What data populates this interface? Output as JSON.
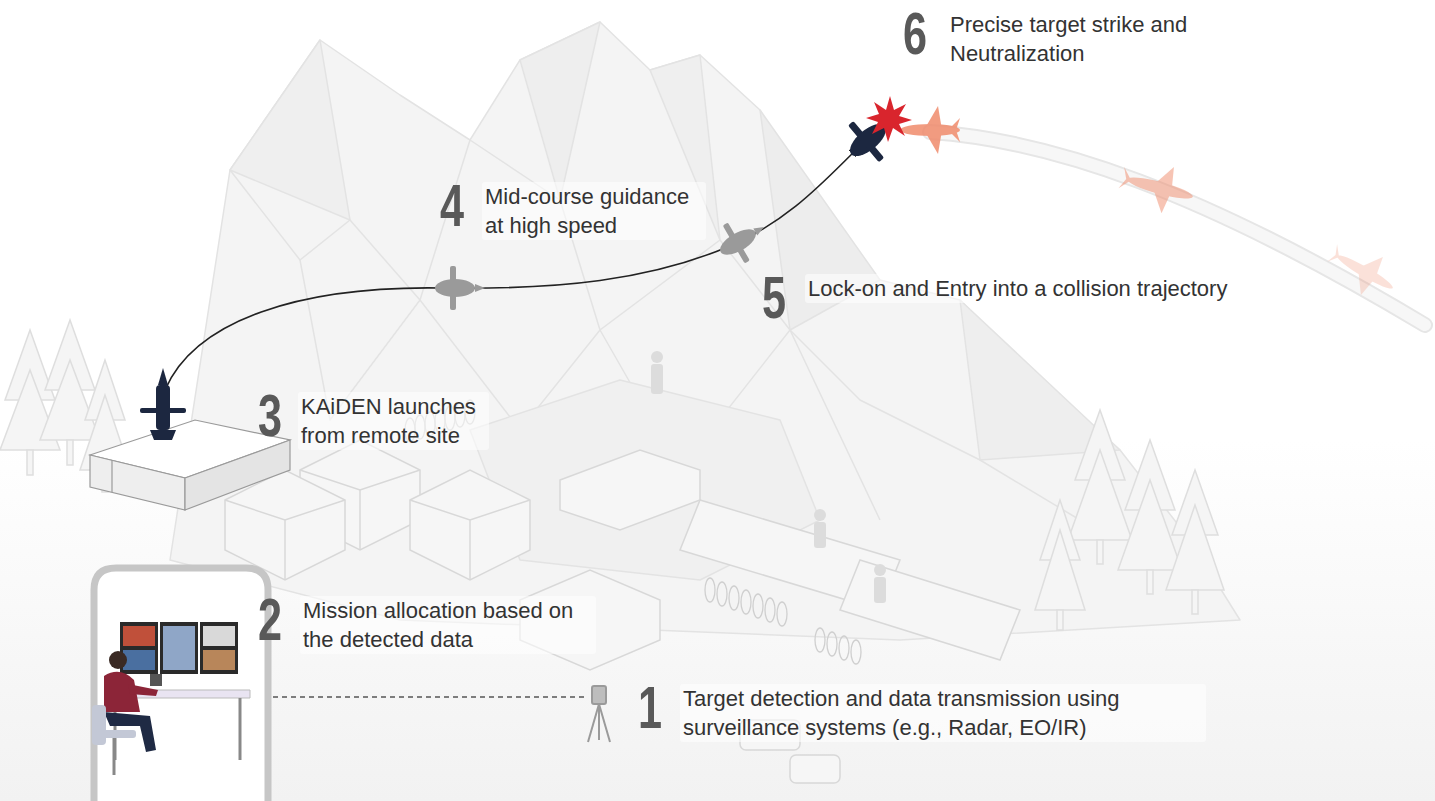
{
  "diagram": {
    "labels": [
      "6",
      "Precise target strike and Neutralization",
      "4",
      "Mid-course guidance at high speed",
      "5",
      "Lock-on and Entry into a collision trajectory",
      "3",
      "KAiDEN launches from remote site",
      "2",
      "Mission allocation based on the detected data",
      "1",
      "Target detection and data transmission using surveillance systems (e.g., Radar, EO/IR)"
    ]
  }
}
